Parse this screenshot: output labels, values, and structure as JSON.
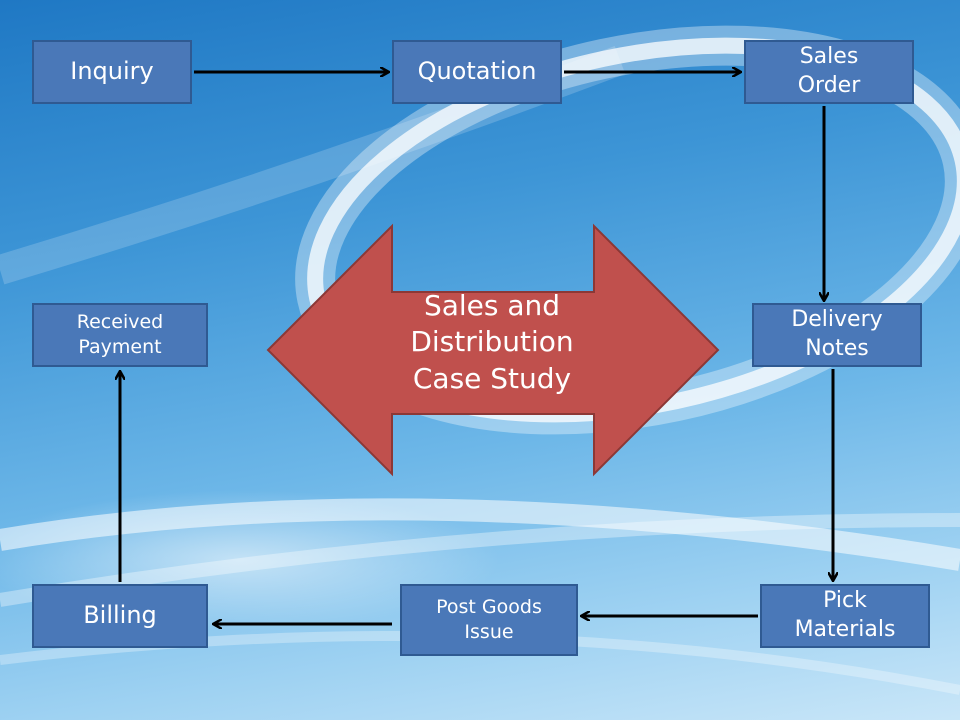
{
  "center": {
    "line1": "Sales and",
    "line2": "Distribution",
    "line3": "Case Study",
    "fill_color": "#c0504d"
  },
  "nodes": {
    "inquiry": {
      "line1": "Inquiry"
    },
    "quotation": {
      "line1": "Quotation"
    },
    "sales_order": {
      "line1": "Sales",
      "line2": "Order"
    },
    "delivery_notes": {
      "line1": "Delivery",
      "line2": "Notes"
    },
    "pick_materials": {
      "line1": "Pick",
      "line2": "Materials"
    },
    "post_goods_issue": {
      "line1": "Post Goods",
      "line2": "Issue"
    },
    "billing": {
      "line1": "Billing"
    },
    "received_payment": {
      "line1": "Received",
      "line2": "Payment"
    }
  },
  "colors": {
    "node_fill": "#4a78b8",
    "node_border": "#2f5a92",
    "arrow": "#000000"
  }
}
